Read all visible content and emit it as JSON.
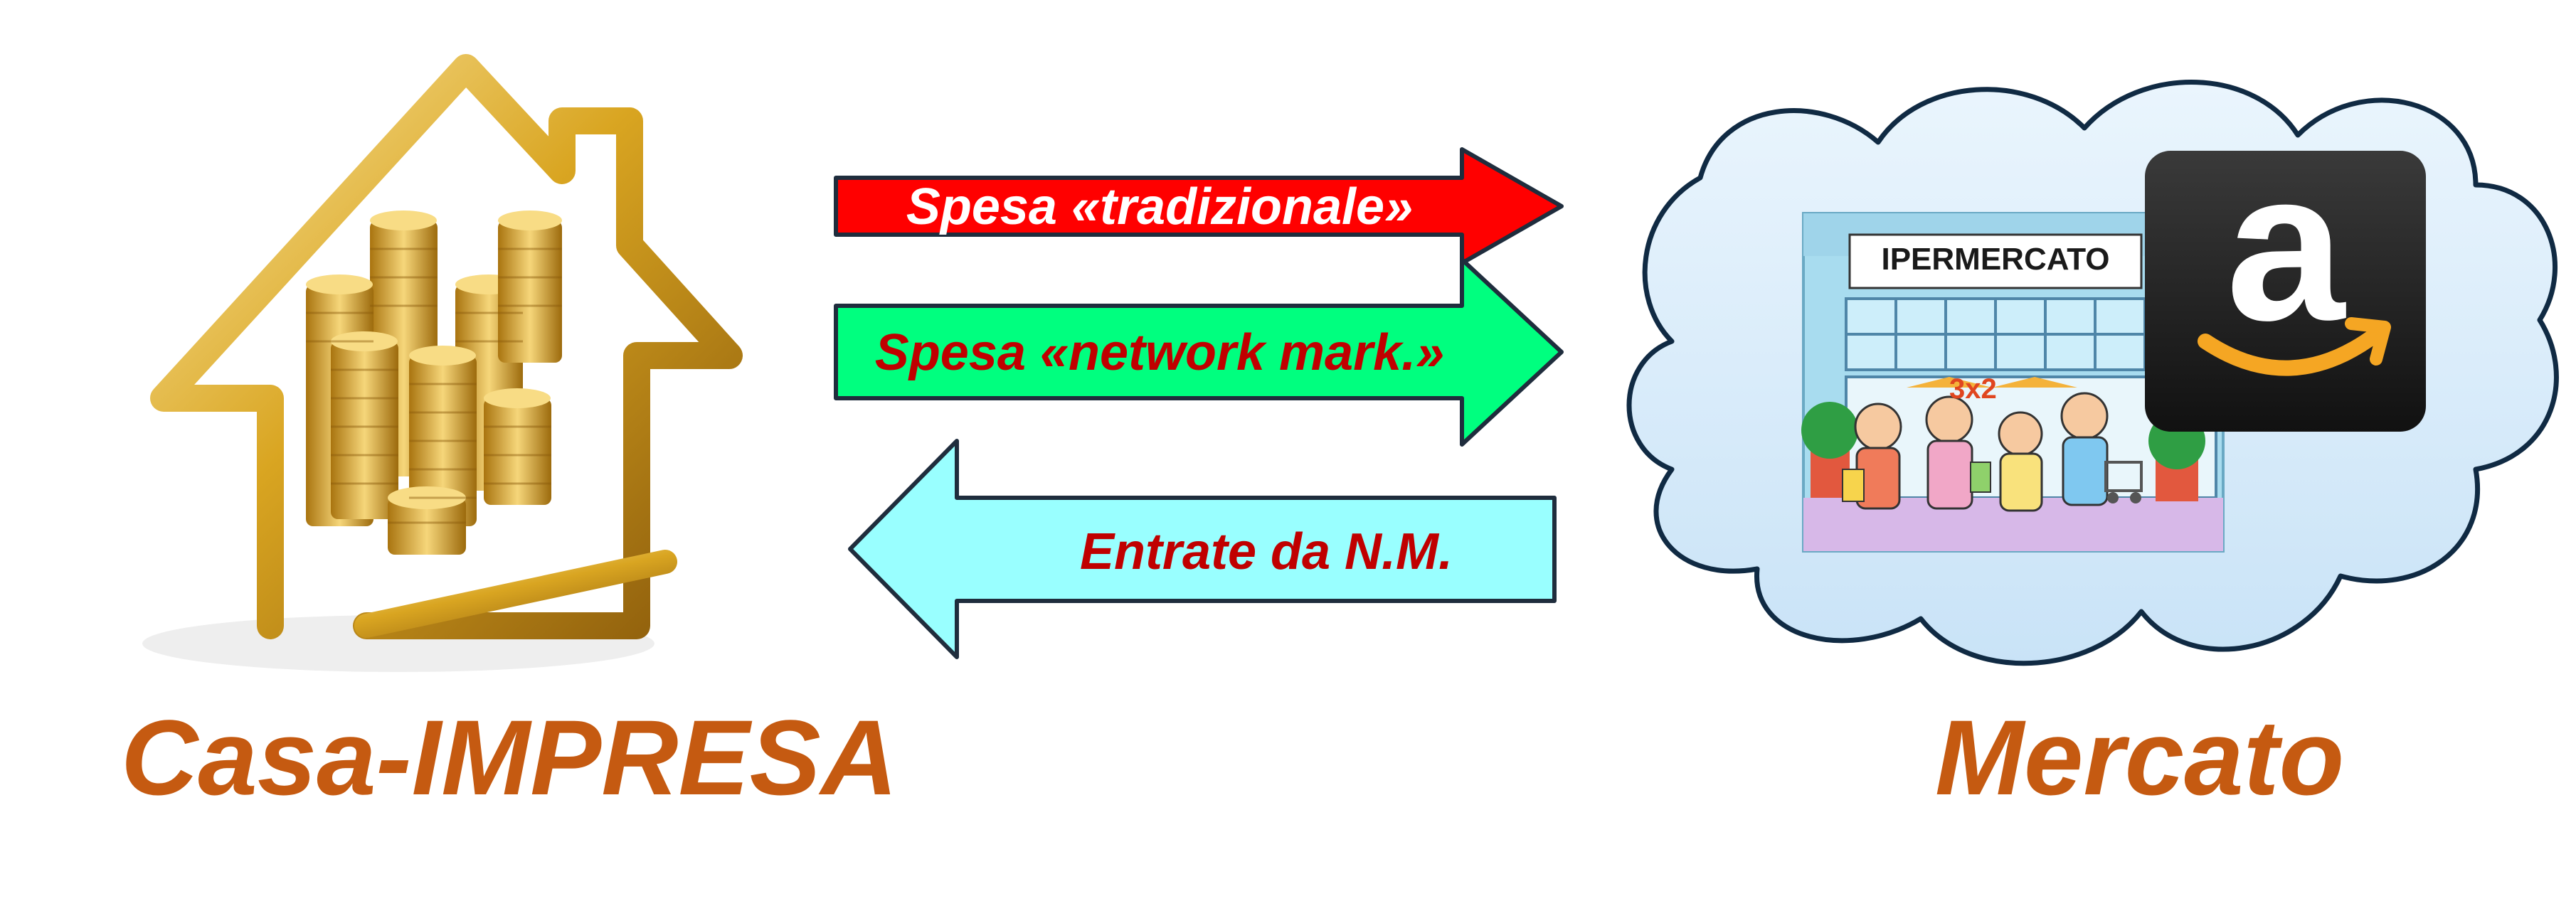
{
  "left_entity": {
    "caption": "Casa-IMPRESA"
  },
  "right_entity": {
    "caption": "Mercato",
    "store_sign": "IPERMERCATO",
    "store_window_text": "3x2",
    "logo_letter": "a"
  },
  "flows": [
    {
      "label": "Spesa «tradizionale»",
      "direction": "right",
      "fill": "#ff0000",
      "text_color": "#ffffff"
    },
    {
      "label": "Spesa «network mark.»",
      "direction": "right",
      "fill": "#00ff7f",
      "text_color": "#c00000"
    },
    {
      "label": "Entrate da N.M.",
      "direction": "left",
      "fill": "#99ffff",
      "text_color": "#c00000"
    }
  ],
  "colors": {
    "caption": "#c55a11",
    "gold": "#d4a017",
    "cloud_fill": "#dceefb",
    "cloud_stroke": "#102a43",
    "arrow_stroke": "#1f2d3d"
  },
  "icons": {
    "house": "gold-house-with-coins-icon",
    "store": "hypermarket-illustration",
    "logo": "amazon-logo"
  }
}
